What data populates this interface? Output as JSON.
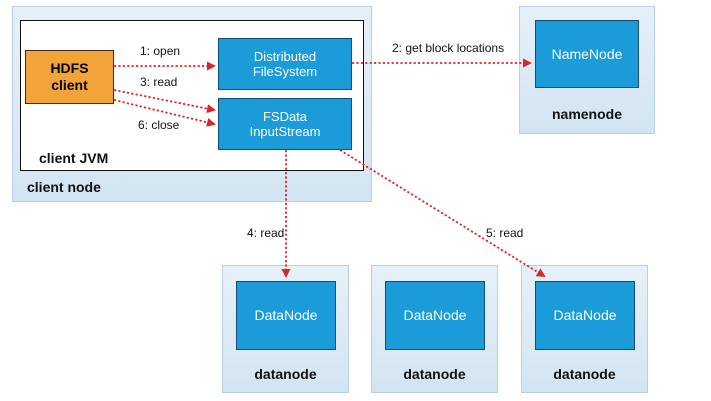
{
  "client_node": {
    "label": "client node",
    "jvm_label": "client JVM",
    "hdfs_client": {
      "line1": "HDFS",
      "line2": "client"
    },
    "distributed_fs": {
      "line1": "Distributed",
      "line2": "FileSystem"
    },
    "fsdata_stream": {
      "line1": "FSData",
      "line2": "InputStream"
    }
  },
  "namenode": {
    "process": "NameNode",
    "label": "namenode"
  },
  "datanodes": [
    {
      "process": "DataNode",
      "label": "datanode"
    },
    {
      "process": "DataNode",
      "label": "datanode"
    },
    {
      "process": "DataNode",
      "label": "datanode"
    }
  ],
  "arrows": {
    "open": "1: open",
    "get_block_locations": "2: get block locations",
    "read_client": "3: read",
    "read_datanode1": "4: read",
    "read_datanode3": "5: read",
    "close": "6: close"
  },
  "colors": {
    "node_bg": "#dbe8f4",
    "process": "#1b9bd7",
    "hdfs_client": "#f2a33a",
    "arrow": "#d62828"
  }
}
